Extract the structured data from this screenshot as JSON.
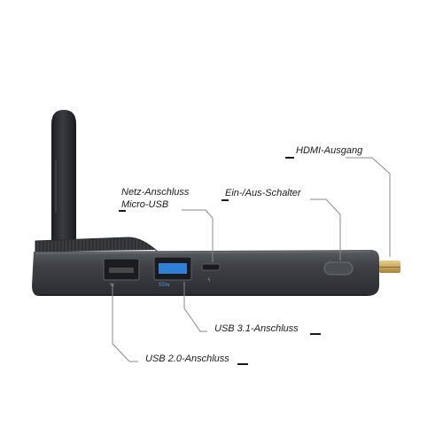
{
  "image": {
    "subject": "mini-pc-stick-side-view",
    "colors": {
      "body": "#3c3e42",
      "body_top": "#54575c",
      "antenna": "#26282b",
      "usb3_blue": "#2f7fd6",
      "leader": "#8a8a8a",
      "connector_gold": "#c9a55a"
    }
  },
  "labels": {
    "hdmi": "HDMI-Ausgang",
    "power_line1": "Netz-Anschluss",
    "power_line2": "Micro-USB",
    "switch": "Ein-/Aus-Schalter",
    "usb31": "USB 3.1-Anschluss",
    "usb20": "USB 2.0-Anschluss"
  }
}
